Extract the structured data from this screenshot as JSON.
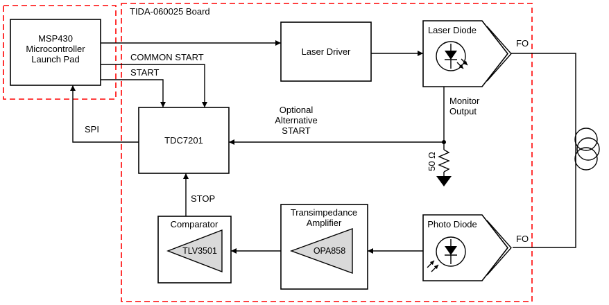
{
  "board": {
    "title": "TIDA-060025 Board"
  },
  "msp430": {
    "l1": "MSP430",
    "l2": "Microcontroller",
    "l3": "Launch Pad"
  },
  "laser_driver": {
    "label": "Laser Driver"
  },
  "laser_diode": {
    "label": "Laser Diode"
  },
  "tdc7201": {
    "label": "TDC7201"
  },
  "comparator": {
    "label": "Comparator",
    "part": "TLV3501"
  },
  "tia": {
    "l1": "Transimpedance",
    "l2": "Amplifier",
    "part": "OPA858"
  },
  "photo_diode": {
    "label": "Photo Diode"
  },
  "labels": {
    "common_start": "COMMON START",
    "start": "START",
    "spi": "SPI",
    "stop": "STOP",
    "monitor_l1": "Monitor",
    "monitor_l2": "Output",
    "optional_l1": "Optional",
    "optional_l2": "Alternative",
    "optional_l3": "START",
    "resistor": "50 Ω",
    "fo_top": "FO",
    "fo_bottom": "FO"
  },
  "colors": {
    "outline_red": "#ff0000",
    "line_black": "#000000",
    "amp_fill": "#d9d9d9",
    "background": "#ffffff"
  }
}
